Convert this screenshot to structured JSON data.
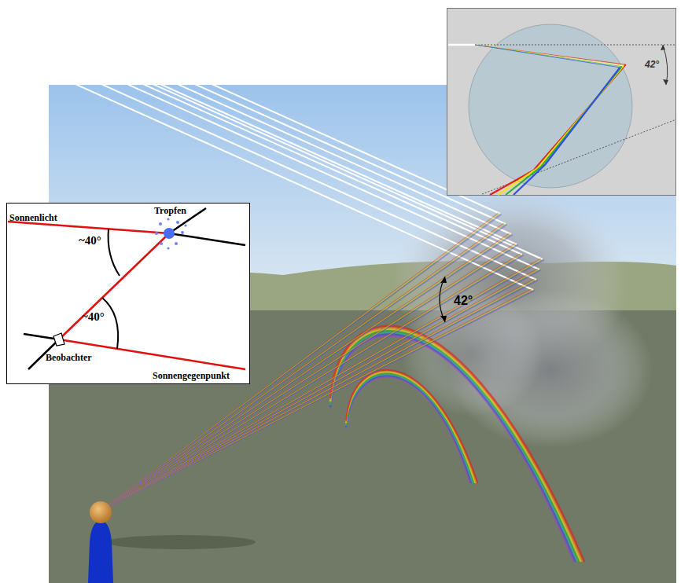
{
  "diagram": {
    "labels": [
      "Sonnenlicht",
      "Tropfen",
      "~40°",
      "~40°",
      "Beobachter",
      "Sonnengegenpunkt",
      "42°",
      "42°"
    ]
  }
}
